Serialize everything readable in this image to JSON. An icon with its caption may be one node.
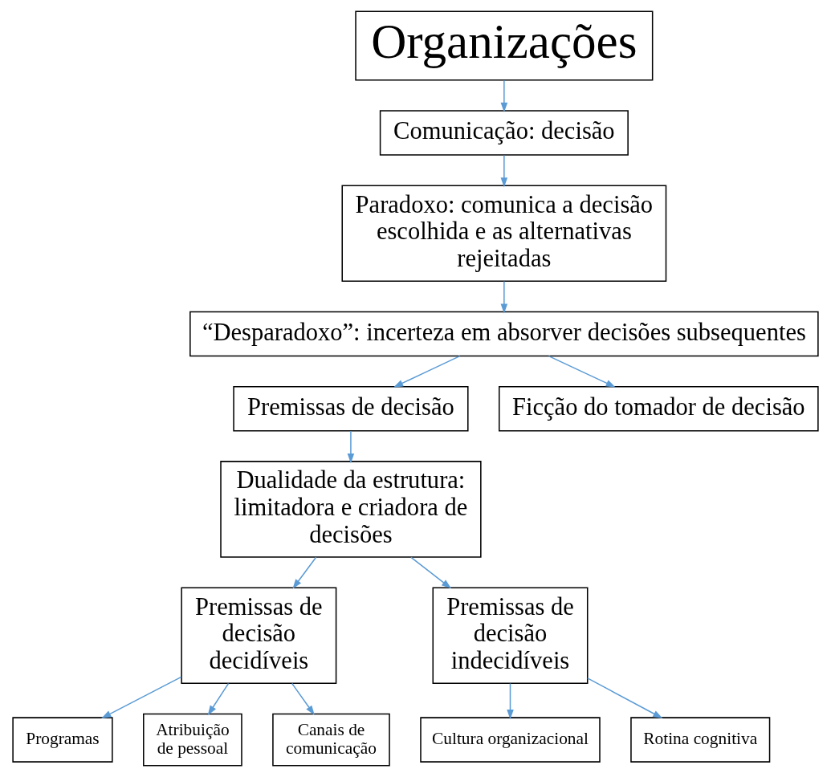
{
  "diagram": {
    "nodes": [
      {
        "text": [
          "Organizações"
        ]
      },
      {
        "text": [
          "Comunicação: decisão"
        ]
      },
      {
        "text": [
          "Paradoxo: comunica a decisão escolhida e as alternativas rejeitadas"
        ]
      },
      {
        "text": [
          "“Desparadoxo”: incerteza em absorver decisões subsequentes"
        ]
      },
      {
        "text": [
          "Premissas de decisão"
        ]
      },
      {
        "text": [
          "Ficção do tomador de decisão"
        ]
      },
      {
        "text": [
          "Dualidade da estrutura: limitadora e criadora de decisões"
        ]
      },
      {
        "text": [
          "Premissas de decisão decidíveis"
        ]
      },
      {
        "text": [
          "Premissas de decisão indecidíveis"
        ]
      },
      {
        "text": [
          "Programas"
        ]
      },
      {
        "text": [
          "Atribuição de pessoal"
        ]
      },
      {
        "text": [
          "Canais de comunicação"
        ]
      },
      {
        "text": [
          "Cultura organizacional"
        ]
      },
      {
        "text": [
          "Rotina cognitiva"
        ]
      }
    ],
    "edges": [
      {
        "from": 0,
        "to": 1,
        "arrow": "to"
      },
      {
        "from": 1,
        "to": 2,
        "arrow": "to"
      },
      {
        "from": 2,
        "to": 3,
        "arrow": "to"
      },
      {
        "from": 3,
        "to": 4,
        "arrow": "to"
      },
      {
        "from": 3,
        "to": 5,
        "arrow": "to"
      },
      {
        "from": 4,
        "to": 6,
        "arrow": "to"
      },
      {
        "from": 6,
        "to": 7,
        "arrow": "to"
      },
      {
        "from": 6,
        "to": 8,
        "arrow": "to"
      },
      {
        "from": 7,
        "to": 9,
        "arrow": "to"
      },
      {
        "from": 7,
        "to": 10,
        "arrow": "to"
      },
      {
        "from": 7,
        "to": 11,
        "arrow": "to"
      },
      {
        "from": 8,
        "to": 12,
        "arrow": "to"
      },
      {
        "from": 8,
        "to": 13,
        "arrow": "to"
      }
    ]
  }
}
